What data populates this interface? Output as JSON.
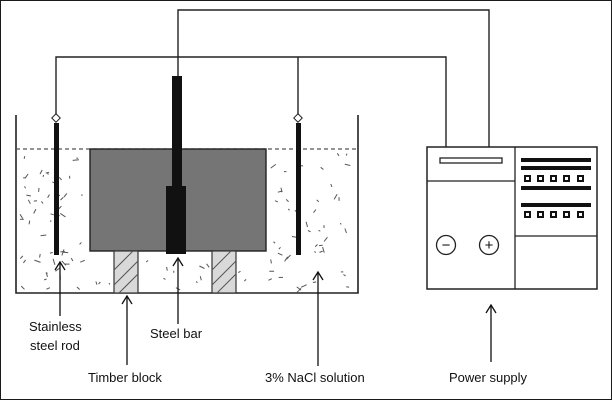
{
  "labels": {
    "rod_line1": "Stainless",
    "rod_line2": "steel rod",
    "steel_bar": "Steel bar",
    "timber_block": "Timber block",
    "solution": "3% NaCl solution",
    "power_supply": "Power supply"
  },
  "terminals": {
    "negative": "−",
    "positive": "+"
  },
  "colors": {
    "concrete": "#757575",
    "timber_fill": "#d9d9d9",
    "steel": "#111111",
    "line": "#222222"
  },
  "icons": {
    "negative_terminal": "minus-circle",
    "positive_terminal": "plus-circle"
  }
}
